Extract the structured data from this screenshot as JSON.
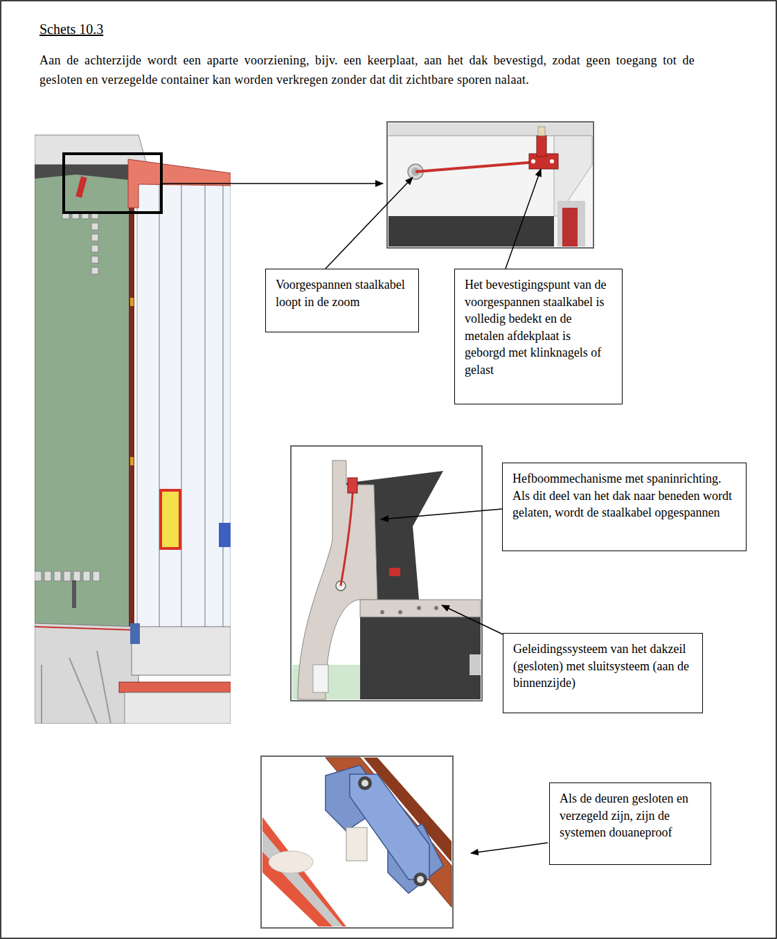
{
  "diagram": {
    "title": "Schets 10.3",
    "nodes": [
      {
        "text": [
          "Voorgespannen staalkabel loopt in de zoom"
        ]
      },
      {
        "text": [
          "Het bevestigingspunt van de voorgespannen staalkabel is volledig bedekt en de metalen afdekplaat is geborgd met klinknagels of gelast"
        ]
      },
      {
        "text": [
          "Hefboommechanisme met spaninrichting. Als dit deel van het dak naar beneden wordt gelaten, wordt de staalkabel opgespannen"
        ]
      },
      {
        "text": [
          "Geleidingssysteem van het dakzeil (gesloten) met sluitsysteem (aan de binnenzijde)"
        ]
      },
      {
        "text": [
          "Als de deuren gesloten en verzegeld zijn, zijn de systemen douaneproof"
        ]
      }
    ],
    "labels": [
      "Aan de achterzijde wordt een aparte voorziening, bijv. een keerplaat, aan het dak bevestigd, zodat geen toegang tot de gesloten en verzegelde container kan worden verkregen zonder dat dit zichtbare sporen nalaat."
    ]
  }
}
